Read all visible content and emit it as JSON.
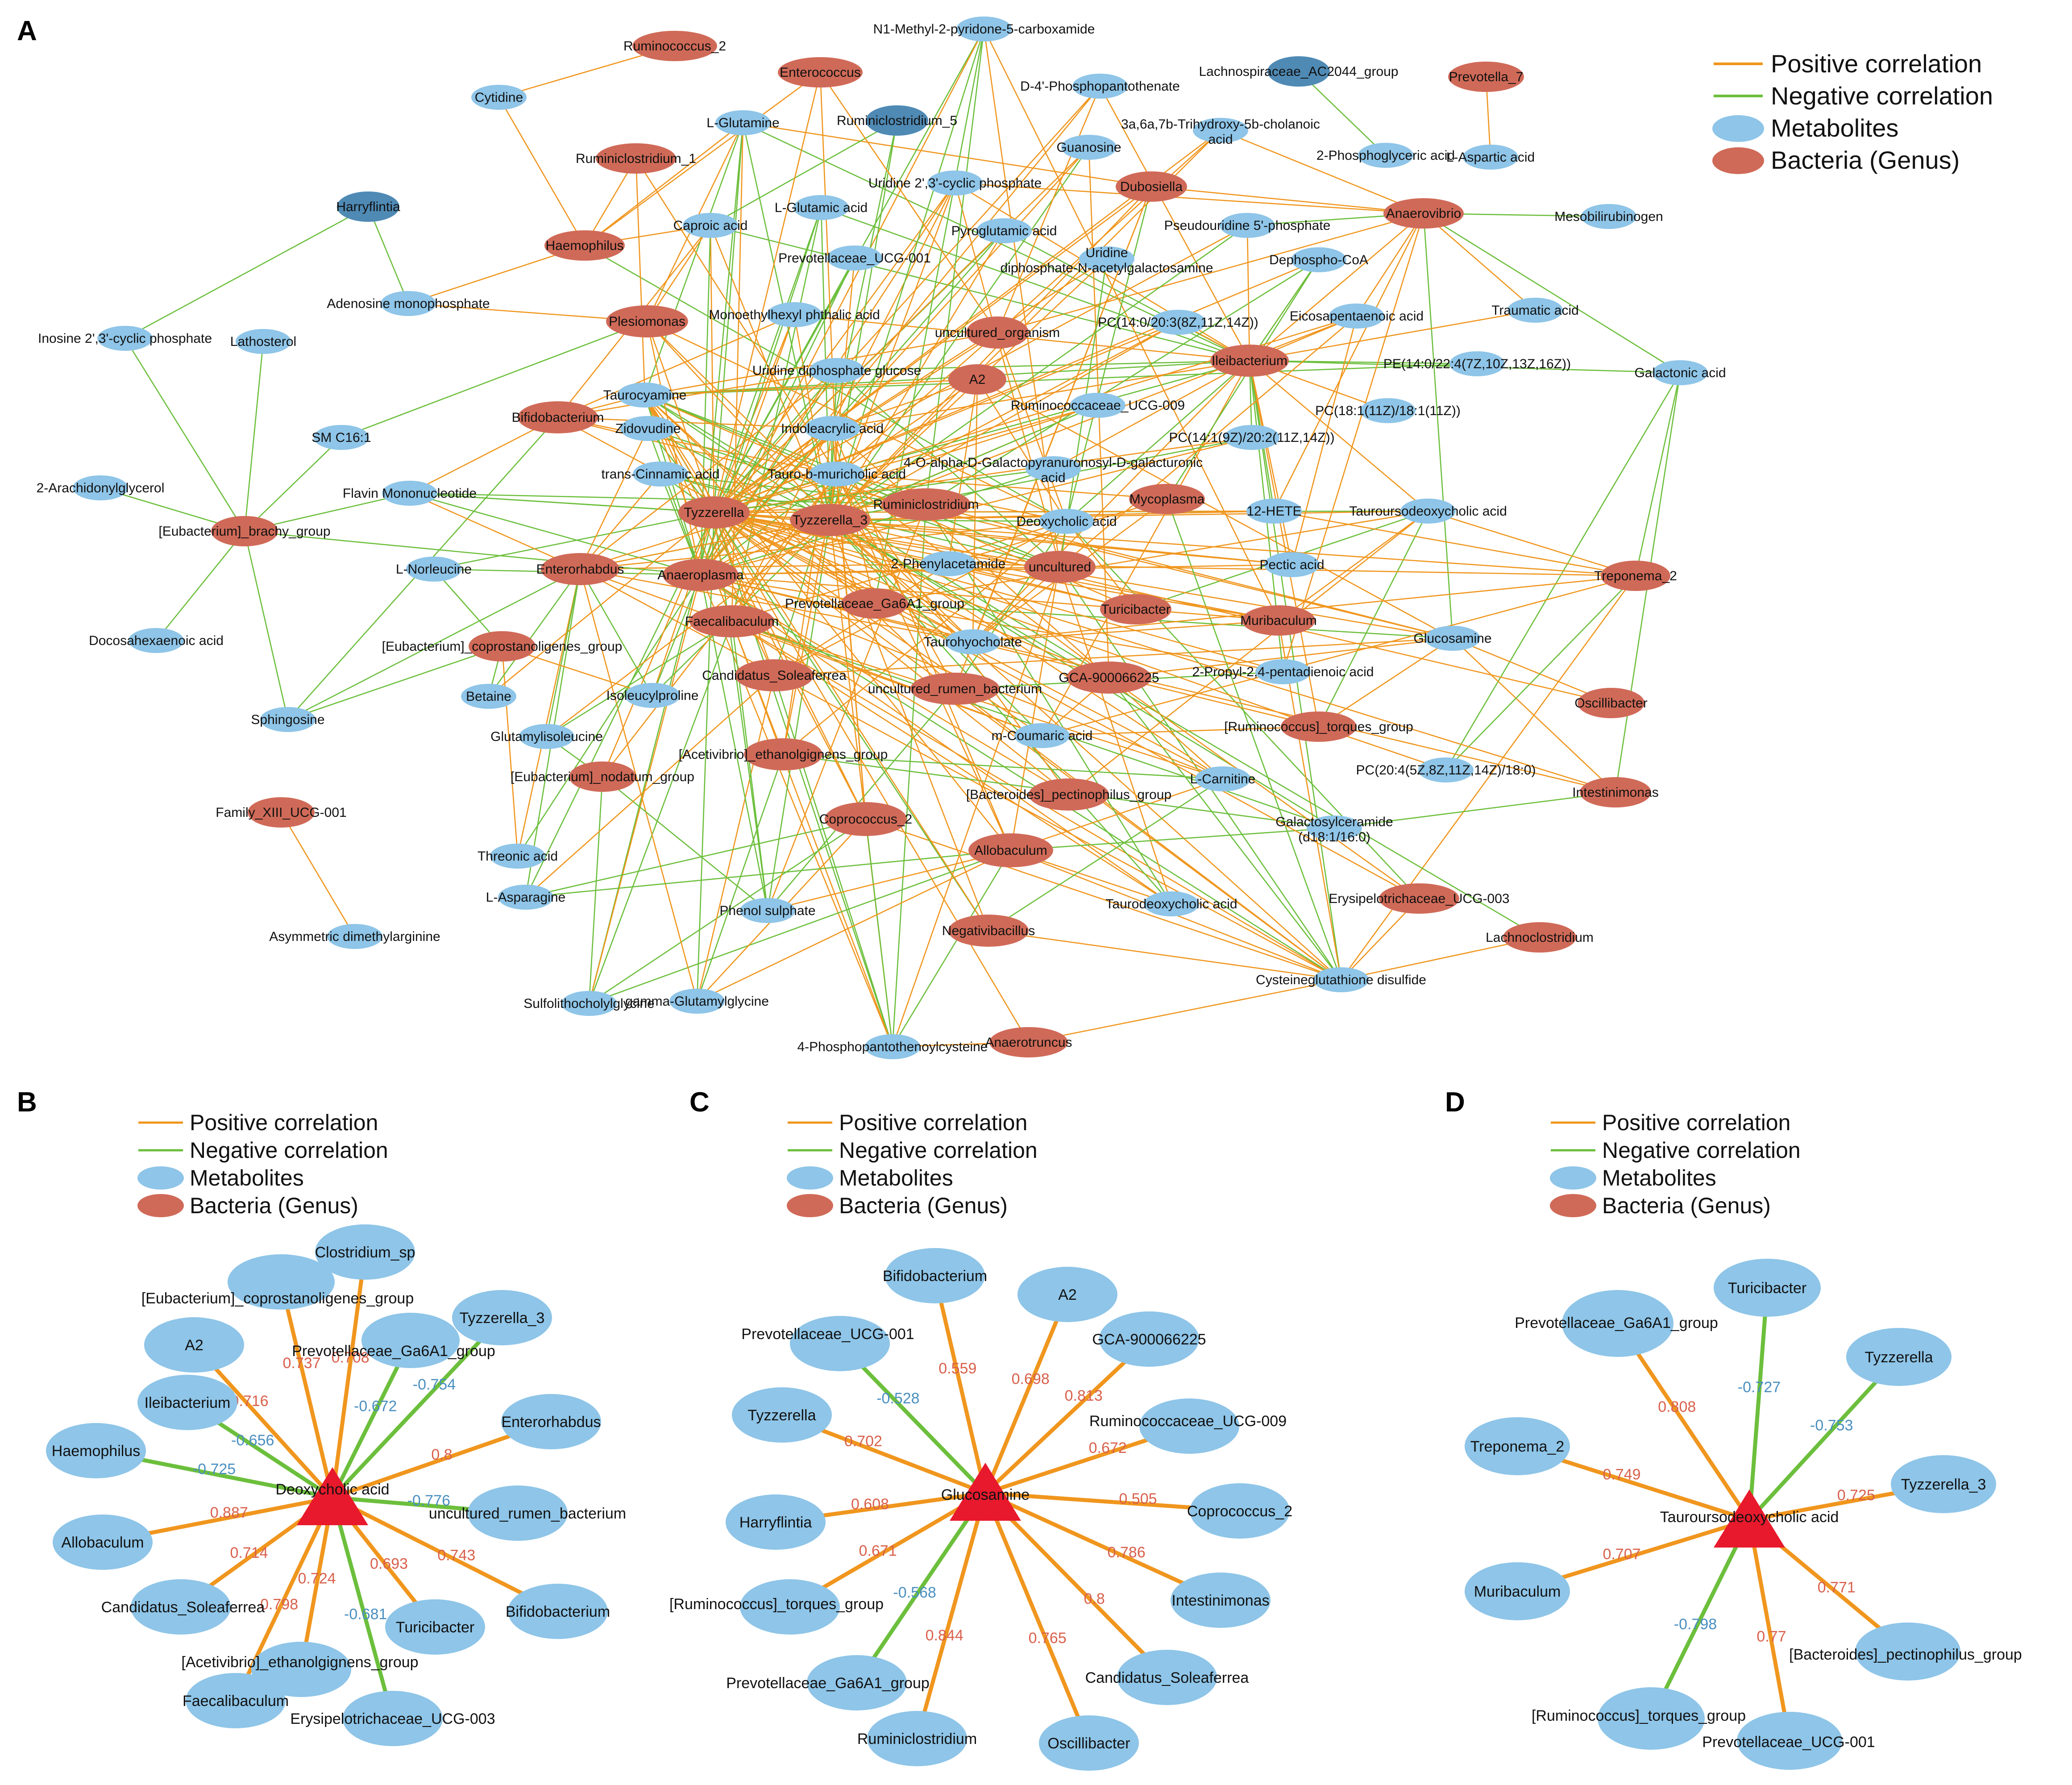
{
  "colors": {
    "positive": "#F0961E",
    "negative": "#6CBF3C",
    "metabolite": "#8EC5E8",
    "bacteria": "#D06A58",
    "dark_node": "#4F8AB5",
    "hub": "#E8192C",
    "pos_label": "#D9604C",
    "neg_label": "#4A8FC0"
  },
  "legend": {
    "positive": "Positive correlation",
    "negative": "Negative correlation",
    "metabolites": "Metabolites",
    "bacteria": "Bacteria (Genus)"
  },
  "panel_a": {
    "label": "A",
    "nodes": [
      {
        "id": "N1-Methyl-2-pyridone-5-carboxamide",
        "t": "m"
      },
      {
        "id": "Ruminococcus_2",
        "t": "b"
      },
      {
        "id": "Enterococcus",
        "t": "b"
      },
      {
        "id": "D-4'-Phosphopantothenate",
        "t": "m"
      },
      {
        "id": "Lachnospiraceae_AC2044_group",
        "t": "d"
      },
      {
        "id": "Prevotella_7",
        "t": "b"
      },
      {
        "id": "Cytidine",
        "t": "m"
      },
      {
        "id": "L-Glutamine",
        "t": "m"
      },
      {
        "id": "Ruminiclostridium_5",
        "t": "d"
      },
      {
        "id": "3a,6a,7b-Trihydroxy-5b-cholanoic acid",
        "t": "m"
      },
      {
        "id": "Guanosine",
        "t": "m"
      },
      {
        "id": "2-Phosphoglyceric acid",
        "t": "m"
      },
      {
        "id": "L-Aspartic acid",
        "t": "m"
      },
      {
        "id": "Ruminiclostridium_1",
        "t": "b"
      },
      {
        "id": "Uridine 2',3'-cyclic phosphate",
        "t": "m"
      },
      {
        "id": "Dubosiella",
        "t": "b"
      },
      {
        "id": "Harryflintia",
        "t": "d"
      },
      {
        "id": "Caproic acid",
        "t": "m"
      },
      {
        "id": "L-Glutamic acid",
        "t": "m"
      },
      {
        "id": "Pyroglutamic acid",
        "t": "m"
      },
      {
        "id": "Anaerovibrio",
        "t": "b"
      },
      {
        "id": "Mesobilirubinogen",
        "t": "m"
      },
      {
        "id": "Haemophilus",
        "t": "b"
      },
      {
        "id": "Prevotellaceae_UCG-001",
        "t": "m"
      },
      {
        "id": "Uridine diphosphate-N-acetylgalactosamine",
        "t": "m"
      },
      {
        "id": "Pseudouridine 5'-phosphate",
        "t": "m"
      },
      {
        "id": "Dephospho-CoA",
        "t": "m"
      },
      {
        "id": "Adenosine monophosphate",
        "t": "m"
      },
      {
        "id": "Traumatic acid",
        "t": "m"
      },
      {
        "id": "Inosine 2',3'-cyclic phosphate",
        "t": "m"
      },
      {
        "id": "Lathosterol",
        "t": "m"
      },
      {
        "id": "Plesiomonas",
        "t": "b"
      },
      {
        "id": "Monoethylhexyl phthalic acid",
        "t": "m"
      },
      {
        "id": "uncultured_organism",
        "t": "b"
      },
      {
        "id": "PC(14:0/20:3(8Z,11Z,14Z))",
        "t": "m"
      },
      {
        "id": "Eicosapentaenoic acid",
        "t": "m"
      },
      {
        "id": "Uridine diphosphate glucose",
        "t": "m"
      },
      {
        "id": "A2",
        "t": "b"
      },
      {
        "id": "Ileibacterium",
        "t": "b"
      },
      {
        "id": "PE(14:0/22:4(7Z,10Z,13Z,16Z))",
        "t": "m"
      },
      {
        "id": "Galactonic acid",
        "t": "m"
      },
      {
        "id": "Taurocyamine",
        "t": "m"
      },
      {
        "id": "Ruminococcaceae_UCG-009",
        "t": "m"
      },
      {
        "id": "PC(18:1(11Z)/18:1(11Z))",
        "t": "m"
      },
      {
        "id": "Bifidobacterium",
        "t": "b"
      },
      {
        "id": "Zidovudine",
        "t": "m"
      },
      {
        "id": "Indoleacrylic acid",
        "t": "m"
      },
      {
        "id": "PC(14:1(9Z)/20:2(11Z,14Z))",
        "t": "m"
      },
      {
        "id": "SM C16:1",
        "t": "m"
      },
      {
        "id": "trans-Cinnamic acid",
        "t": "m"
      },
      {
        "id": "Tauro-b-muricholic acid",
        "t": "m"
      },
      {
        "id": "4-O-alpha-D-Galactopyranuronosyl-D-galacturonic acid",
        "t": "m"
      },
      {
        "id": "2-Arachidonylglycerol",
        "t": "m"
      },
      {
        "id": "Flavin Mononucleotide",
        "t": "m"
      },
      {
        "id": "Tyzzerella",
        "t": "b"
      },
      {
        "id": "Ruminiclostridium",
        "t": "b"
      },
      {
        "id": "Mycoplasma",
        "t": "b"
      },
      {
        "id": "12-HETE",
        "t": "m"
      },
      {
        "id": "Tauroursodeoxycholic acid",
        "t": "m"
      },
      {
        "id": "[Eubacterium]_brachy_group",
        "t": "b"
      },
      {
        "id": "Tyzzerella_3",
        "t": "b"
      },
      {
        "id": "Deoxycholic acid",
        "t": "m"
      },
      {
        "id": "L-Norleucine",
        "t": "m"
      },
      {
        "id": "Enterorhabdus",
        "t": "b"
      },
      {
        "id": "Anaeroplasma",
        "t": "b"
      },
      {
        "id": "2-Phenylacetamide",
        "t": "m"
      },
      {
        "id": "uncultured",
        "t": "b"
      },
      {
        "id": "Pectic acid",
        "t": "m"
      },
      {
        "id": "Treponema_2",
        "t": "b"
      },
      {
        "id": "Prevotellaceae_Ga6A1_group",
        "t": "b"
      },
      {
        "id": "Turicibacter",
        "t": "b"
      },
      {
        "id": "Muribaculum",
        "t": "b"
      },
      {
        "id": "Faecalibaculum",
        "t": "b"
      },
      {
        "id": "Taurohyocholate",
        "t": "m"
      },
      {
        "id": "Glucosamine",
        "t": "m"
      },
      {
        "id": "Docosahexaenoic acid",
        "t": "m"
      },
      {
        "id": "[Eubacterium]_coprostanoligenes_group",
        "t": "b"
      },
      {
        "id": "Candidatus_Soleaferrea",
        "t": "b"
      },
      {
        "id": "GCA-900066225",
        "t": "b"
      },
      {
        "id": "2-Propyl-2,4-pentadienoic acid",
        "t": "m"
      },
      {
        "id": "Betaine",
        "t": "m"
      },
      {
        "id": "Isoleucylproline",
        "t": "m"
      },
      {
        "id": "uncultured_rumen_bacterium",
        "t": "b"
      },
      {
        "id": "Oscillibacter",
        "t": "b"
      },
      {
        "id": "Sphingosine",
        "t": "m"
      },
      {
        "id": "Glutamylisoleucine",
        "t": "m"
      },
      {
        "id": "m-Coumaric acid",
        "t": "m"
      },
      {
        "id": "[Ruminococcus]_torques_group",
        "t": "b"
      },
      {
        "id": "[Acetivibrio]_ethanolgignens_group",
        "t": "b"
      },
      {
        "id": "[Eubacterium]_nodatum_group",
        "t": "b"
      },
      {
        "id": "PC(20:4(5Z,8Z,11Z,14Z)/18:0)",
        "t": "m"
      },
      {
        "id": "Family_XIII_UCG-001",
        "t": "b"
      },
      {
        "id": "L-Carnitine",
        "t": "m"
      },
      {
        "id": "Intestinimonas",
        "t": "b"
      },
      {
        "id": "[Bacteroides]_pectinophilus_group",
        "t": "b"
      },
      {
        "id": "Coprococcus_2",
        "t": "b"
      },
      {
        "id": "Galactosylceramide (d18:1/16:0)",
        "t": "m"
      },
      {
        "id": "Allobaculum",
        "t": "b"
      },
      {
        "id": "Threonic acid",
        "t": "m"
      },
      {
        "id": "Erysipelotrichaceae_UCG-003",
        "t": "b"
      },
      {
        "id": "L-Asparagine",
        "t": "m"
      },
      {
        "id": "Taurodeoxycholic acid",
        "t": "m"
      },
      {
        "id": "Phenol sulphate",
        "t": "m"
      },
      {
        "id": "Asymmetric dimethylarginine",
        "t": "m"
      },
      {
        "id": "Negativibacillus",
        "t": "b"
      },
      {
        "id": "Lachnoclostridium",
        "t": "b"
      },
      {
        "id": "Cysteineglutathione disulfide",
        "t": "m"
      },
      {
        "id": "Sulfolithocholylglycine",
        "t": "m"
      },
      {
        "id": "gamma-Glutamylglycine",
        "t": "m"
      },
      {
        "id": "4-Phosphopantothenoylcysteine",
        "t": "m"
      },
      {
        "id": "Anaerotruncus",
        "t": "b"
      }
    ]
  },
  "panel_b": {
    "label": "B",
    "hub": "Deoxycholic acid",
    "spokes": [
      {
        "name": "Clostridium_sp",
        "value": "0.708",
        "sign": "pos"
      },
      {
        "name": "[Eubacterium]_coprostanoligenes_group",
        "value": "0.737",
        "sign": "pos"
      },
      {
        "name": "Tyzzerella_3",
        "value": "-0.754",
        "sign": "neg"
      },
      {
        "name": "A2",
        "value": "0.716",
        "sign": "pos"
      },
      {
        "name": "Prevotellaceae_Ga6A1_group",
        "value": "-0.672",
        "sign": "neg"
      },
      {
        "name": "Ileibacterium",
        "value": "-0.656",
        "sign": "neg"
      },
      {
        "name": "Enterorhabdus",
        "value": "0.8",
        "sign": "pos"
      },
      {
        "name": "Haemophilus",
        "value": "-0.725",
        "sign": "neg"
      },
      {
        "name": "uncultured_rumen_bacterium",
        "value": "-0.776",
        "sign": "neg"
      },
      {
        "name": "Allobaculum",
        "value": "0.887",
        "sign": "pos"
      },
      {
        "name": "Bifidobacterium",
        "value": "0.743",
        "sign": "pos"
      },
      {
        "name": "Candidatus_Soleaferrea",
        "value": "0.714",
        "sign": "pos"
      },
      {
        "name": "Turicibacter",
        "value": "0.693",
        "sign": "pos"
      },
      {
        "name": "Faecalibaculum",
        "value": "0.798",
        "sign": "pos"
      },
      {
        "name": "[Acetivibrio]_ethanolgignens_group",
        "value": "0.724",
        "sign": "pos"
      },
      {
        "name": "Erysipelotrichaceae_UCG-003",
        "value": "-0.681",
        "sign": "neg"
      }
    ]
  },
  "panel_c": {
    "label": "C",
    "hub": "Glucosamine",
    "spokes": [
      {
        "name": "Bifidobacterium",
        "value": "0.559",
        "sign": "pos"
      },
      {
        "name": "A2",
        "value": "0.698",
        "sign": "pos"
      },
      {
        "name": "Prevotellaceae_UCG-001",
        "value": "-0.528",
        "sign": "neg"
      },
      {
        "name": "GCA-900066225",
        "value": "0.813",
        "sign": "pos"
      },
      {
        "name": "Tyzzerella",
        "value": "0.702",
        "sign": "pos"
      },
      {
        "name": "Ruminococcaceae_UCG-009",
        "value": "0.672",
        "sign": "pos"
      },
      {
        "name": "Harryflintia",
        "value": "0.608",
        "sign": "pos"
      },
      {
        "name": "Coprococcus_2",
        "value": "0.505",
        "sign": "pos"
      },
      {
        "name": "[Ruminococcus]_torques_group",
        "value": "0.671",
        "sign": "pos"
      },
      {
        "name": "Intestinimonas",
        "value": "0.786",
        "sign": "pos"
      },
      {
        "name": "Prevotellaceae_Ga6A1_group",
        "value": "-0.568",
        "sign": "neg"
      },
      {
        "name": "Candidatus_Soleaferrea",
        "value": "0.8",
        "sign": "pos"
      },
      {
        "name": "Ruminiclostridium",
        "value": "0.844",
        "sign": "pos"
      },
      {
        "name": "Oscillibacter",
        "value": "0.765",
        "sign": "pos"
      }
    ]
  },
  "panel_d": {
    "label": "D",
    "hub": "Tauroursodeoxycholic acid",
    "spokes": [
      {
        "name": "Turicibacter",
        "value": "-0.727",
        "sign": "neg"
      },
      {
        "name": "Prevotellaceae_Ga6A1_group",
        "value": "0.808",
        "sign": "pos"
      },
      {
        "name": "Tyzzerella",
        "value": "-0.753",
        "sign": "neg"
      },
      {
        "name": "Treponema_2",
        "value": "0.749",
        "sign": "pos"
      },
      {
        "name": "Tyzzerella_3",
        "value": "0.725",
        "sign": "pos"
      },
      {
        "name": "Muribaculum",
        "value": "0.707",
        "sign": "pos"
      },
      {
        "name": "[Bacteroides]_pectinophilus_group",
        "value": "0.771",
        "sign": "pos"
      },
      {
        "name": "[Ruminococcus]_torques_group",
        "value": "-0.798",
        "sign": "neg"
      },
      {
        "name": "Prevotellaceae_UCG-001",
        "value": "0.77",
        "sign": "pos"
      }
    ]
  }
}
